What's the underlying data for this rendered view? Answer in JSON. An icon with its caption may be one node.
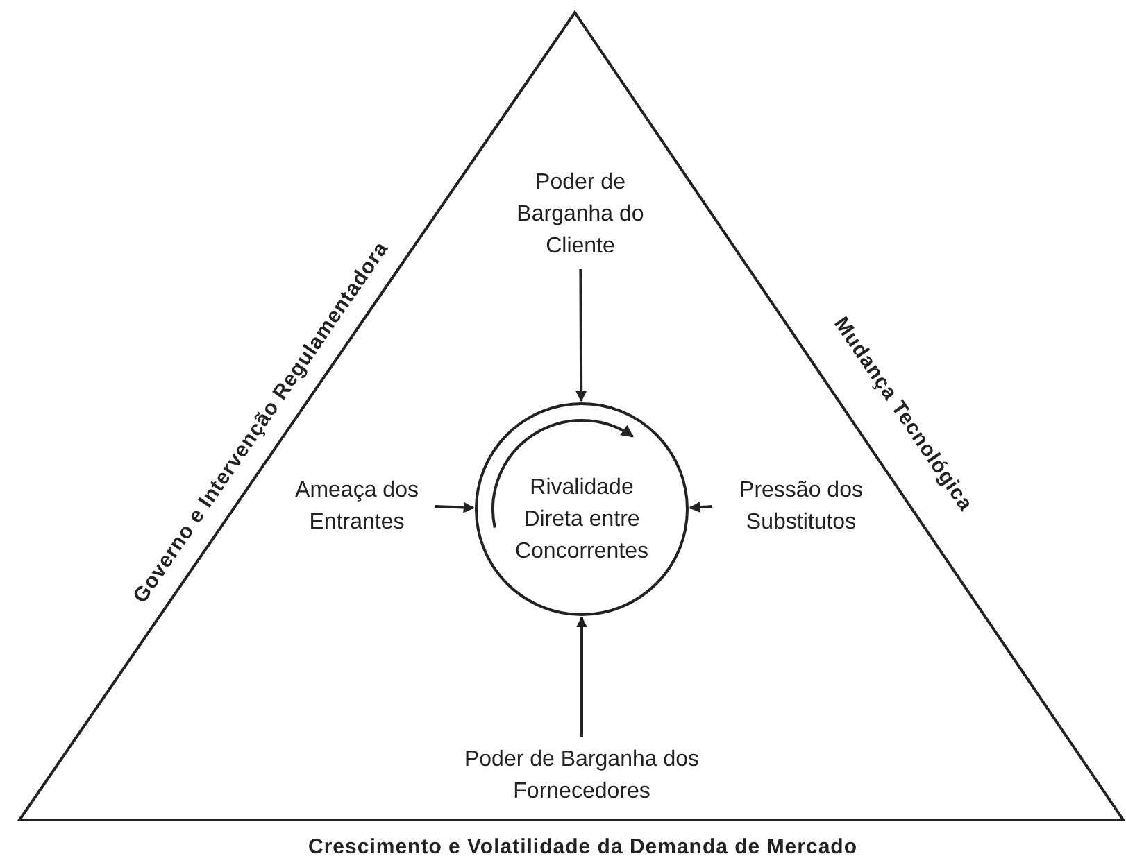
{
  "diagram": {
    "nodes": [
      {
        "text": [
          "Rivalidade Direta entre Concorrentes"
        ]
      },
      {
        "text": [
          "Poder de Barganha do Cliente"
        ]
      },
      {
        "text": [
          "Ameaça dos Entrantes"
        ]
      },
      {
        "text": [
          "Pressão dos Substitutos"
        ]
      },
      {
        "text": [
          "Poder de Barganha dos Fornecedores"
        ]
      }
    ],
    "edges": [
      {
        "from": 1,
        "to": 0,
        "arrow": "to"
      },
      {
        "from": 2,
        "to": 0,
        "arrow": "to"
      },
      {
        "from": 3,
        "to": 0,
        "arrow": "to"
      },
      {
        "from": 4,
        "to": 0,
        "arrow": "to"
      }
    ],
    "labels": [
      "Governo e Intervenção Regulamentadora",
      "Mudança Tecnológica",
      "Crescimento e Volatilidade da Demanda de Mercado"
    ]
  }
}
